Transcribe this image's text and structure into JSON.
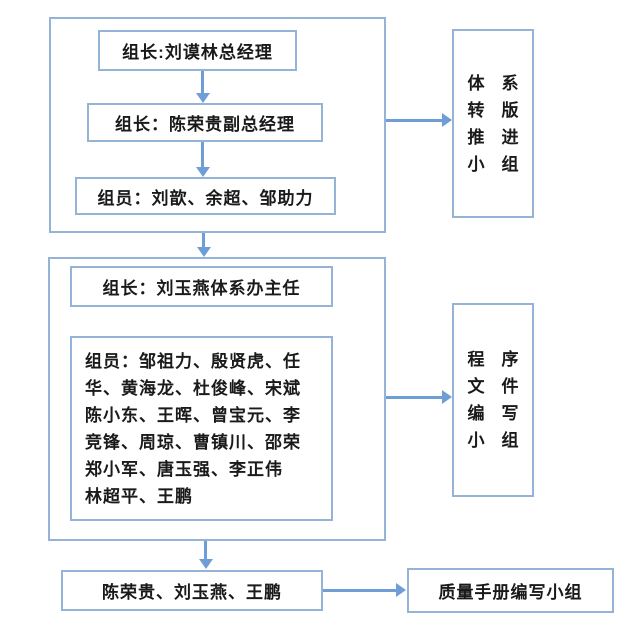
{
  "palette": {
    "box_border": "#95b3d7",
    "arrow": "#6f9ed6",
    "text": "#1a1a1a",
    "background": "#ffffff"
  },
  "top_flow": {
    "leader1": "组长:刘谟林总经理",
    "leader2": "组长：陈荣贵副总经理",
    "members": "组员：刘歆、余超、邹助力"
  },
  "top_group": {
    "name": "体系转版推进小组",
    "lines": [
      "体　系",
      "转　版",
      "推　进",
      "小　组"
    ]
  },
  "mid_flow": {
    "leader": "组长：刘玉燕体系办主任",
    "members_lines": [
      "组员：邹祖力、殷贤虎、任",
      "华、黄海龙、杜俊峰、宋斌",
      "陈小东、王晖、曾宝元、李",
      "竞锋、周琼、曹镇川、邵荣",
      "郑小军、唐玉强、李正伟",
      "林超平、王鹏"
    ],
    "members_full": "组员：邹祖力、殷贤虎、任华、黄海龙、杜俊峰、宋斌陈小东、王晖、曾宝元、李竞锋、周琼、曹镇川、邵荣郑小军、唐玉强、李正伟林超平、王鹏"
  },
  "mid_group": {
    "name": "程序文件编写小组",
    "lines": [
      "程　序",
      "文　件",
      "编　写",
      "小　组"
    ]
  },
  "bottom_flow": {
    "members": "陈荣贵、刘玉燕、王鹏"
  },
  "bottom_group": {
    "name": "质量手册编写小组"
  }
}
